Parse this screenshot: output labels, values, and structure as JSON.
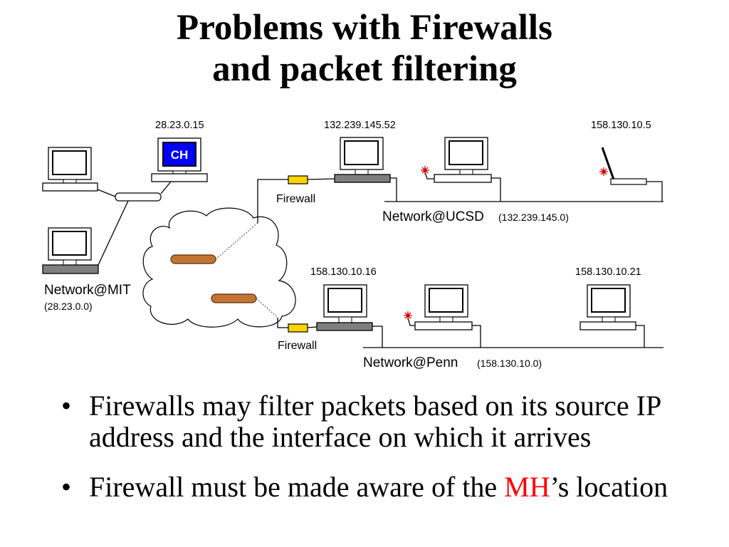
{
  "title": {
    "line1": "Problems with Firewalls",
    "line2": "and packet filtering"
  },
  "diagram": {
    "mit": {
      "ch_ip": "28.23.0.15",
      "ch_label": "CH",
      "network_name": "Network@MIT",
      "network_address": "(28.23.0.0)"
    },
    "ucsd": {
      "gateway_ip": "132.239.145.52",
      "mobile_host_ip": "158.130.10.5",
      "firewall_label": "Firewall",
      "network_name": "Network@UCSD",
      "network_address": "(132.239.145.0)"
    },
    "penn": {
      "gateway_ip": "158.130.10.16",
      "host_ip": "158.130.10.21",
      "firewall_label": "Firewall",
      "network_name": "Network@Penn",
      "network_address": "(158.130.10.0)"
    }
  },
  "bullets": {
    "marker": "•",
    "items": [
      {
        "text": "Firewalls may filter packets based on its source IP address and the interface on which it arrives"
      },
      {
        "text_before": "Firewall must be made aware of the ",
        "highlight": "MH",
        "text_after": "’s location"
      }
    ]
  },
  "colors": {
    "mh_highlight": "#FF0000",
    "firewall": "#FFD200",
    "router": "#C27532",
    "ch_screen": "#0000FF",
    "spark": "#D40000",
    "host_base_gray": "#7F7F7F"
  }
}
